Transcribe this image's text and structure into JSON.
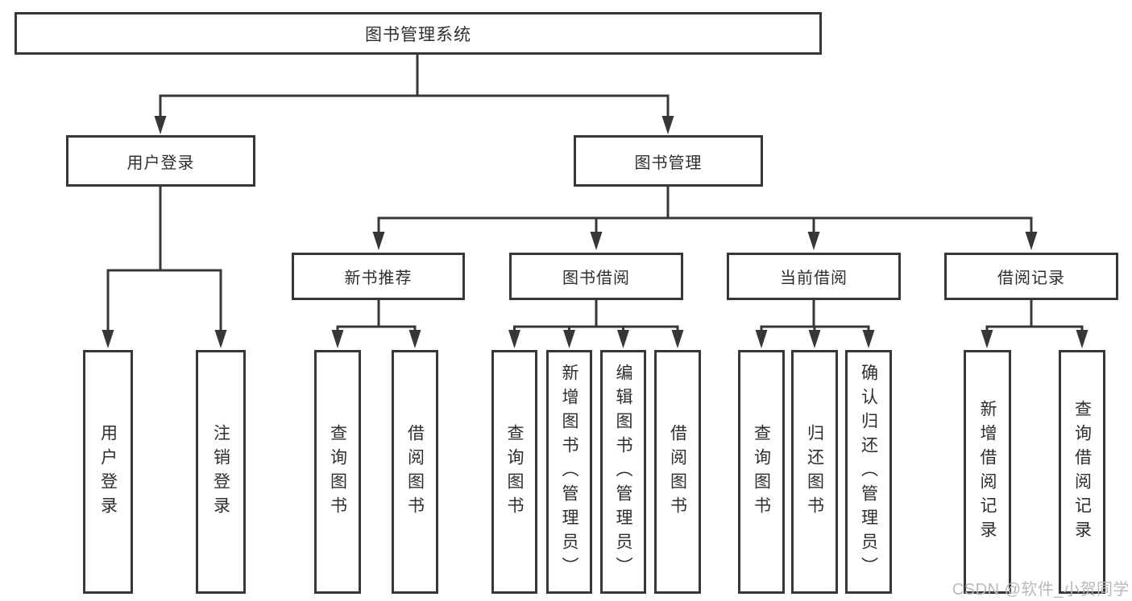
{
  "diagram": {
    "root": {
      "label": "图书管理系统"
    },
    "branches": [
      {
        "label": "用户登录",
        "children": [
          {
            "label": "用户登录"
          },
          {
            "label": "注销登录"
          }
        ]
      },
      {
        "label": "图书管理",
        "children": [
          {
            "label": "新书推荐",
            "children": [
              {
                "label": "查询图书"
              },
              {
                "label": "借阅图书"
              }
            ]
          },
          {
            "label": "图书借阅",
            "children": [
              {
                "label": "查询图书"
              },
              {
                "label": "新增图书（管理员）"
              },
              {
                "label": "编辑图书（管理员）"
              },
              {
                "label": "借阅图书"
              }
            ]
          },
          {
            "label": "当前借阅",
            "children": [
              {
                "label": "查询图书"
              },
              {
                "label": "归还图书"
              },
              {
                "label": "确认归还（管理员）"
              }
            ]
          },
          {
            "label": "借阅记录",
            "children": [
              {
                "label": "新增借阅记录"
              },
              {
                "label": "查询借阅记录"
              }
            ]
          }
        ]
      }
    ]
  },
  "watermark": {
    "text": "CSDN @软件_小贺同学"
  },
  "colors": {
    "line": "#373737",
    "node_border": "#373737",
    "text": "#2e2e2e",
    "watermark": "#b6b9be",
    "background": "#ffffff"
  }
}
